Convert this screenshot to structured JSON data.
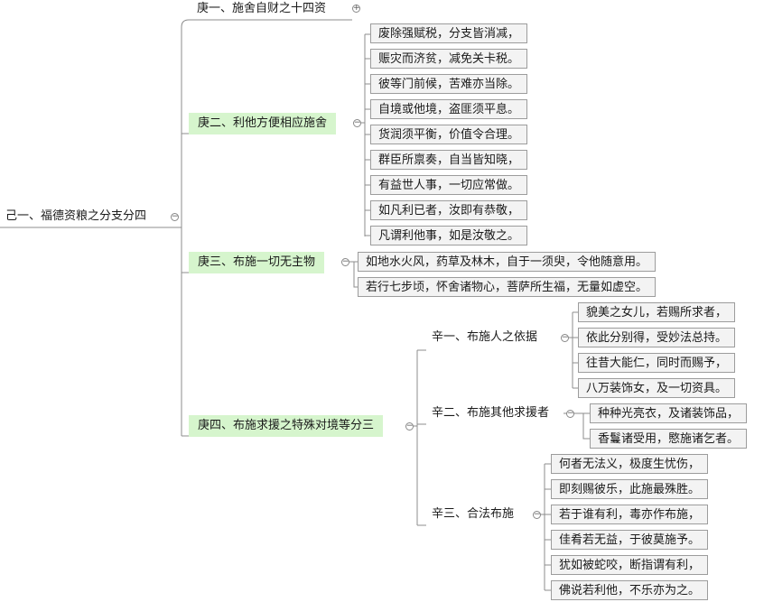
{
  "root": {
    "label": "己一、福德资粮之分支分四"
  },
  "branches": [
    {
      "label": "庚一、施舍自财之十四资",
      "collapsed": true
    },
    {
      "label": "庚二、利他方便相应施舍",
      "verses": [
        "废除强赋税，分支皆消减，",
        "赈灾而济贫，减免关卡税。",
        "彼等门前候，苦难亦当除。",
        "自境或他境，盗匪须平息。",
        "货润须平衡，价值令合理。",
        "群臣所禀奏，自当皆知晓，",
        "有益世人事，一切应常做。",
        "如凡利已者，汝即有恭敬，",
        "凡谓利他事，如是汝敬之。"
      ]
    },
    {
      "label": "庚三、布施一切无主物",
      "verses": [
        "如地水火风，药草及林木，自于一须臾，令他随意用。",
        "若行七步顷，怀舍诸物心，菩萨所生福，无量如虚空。"
      ]
    },
    {
      "label": "庚四、布施求援之特殊对境等分三",
      "subs": [
        {
          "label": "辛一、布施人之依据",
          "verses": [
            "貌美之女儿，若赐所求者，",
            "依此分别得，受妙法总持。",
            "往昔大能仁，同时而赐予，",
            "八万装饰女，及一切资具。"
          ]
        },
        {
          "label": "辛二、布施其他求援者",
          "verses": [
            "种种光亮衣，及诸装饰品，",
            "香鬘诸受用，愍施诸乞者。"
          ]
        },
        {
          "label": "辛三、合法布施",
          "verses": [
            "何者无法义，极度生忧伤，",
            "即刻赐彼乐，此施最殊胜。",
            "若于谁有利，毒亦作布施，",
            "佳肴若无益，于彼莫施予。",
            "犹如被蛇咬，断指谓有利，",
            "佛说若利他，不乐亦为之。"
          ]
        }
      ]
    }
  ],
  "icons": {
    "collapse": "collapse-icon",
    "expand": "expand-icon"
  },
  "colors": {
    "branch_highlight": "#d6f5cd",
    "box_fill": "#f3f3f3",
    "line": "#8c8c8c"
  }
}
